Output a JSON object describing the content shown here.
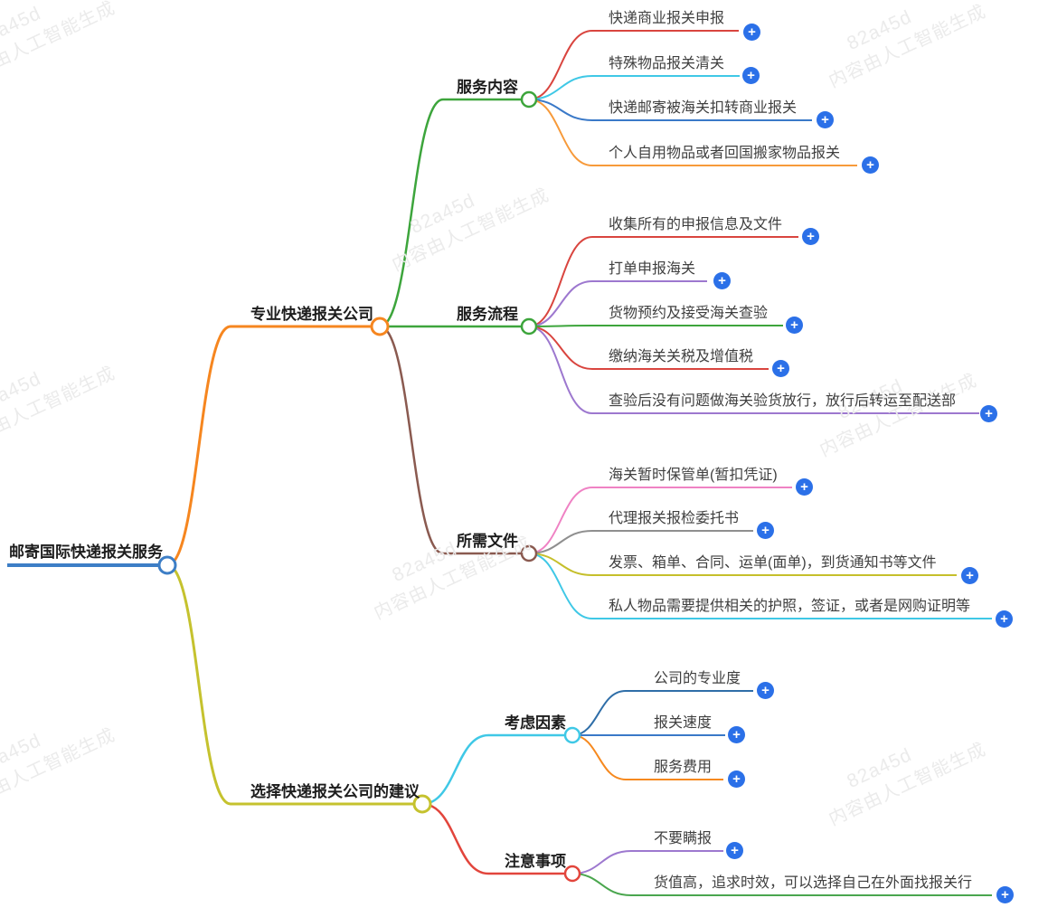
{
  "watermark": {
    "id": "82a45d",
    "label": "内容由人工智能生成"
  },
  "icons": {
    "plus": "+"
  },
  "palette": {
    "root_blue": "#3d7ec6",
    "orange": "#f6861f",
    "yellow_green": "#c5c22e",
    "green": "#3da53c",
    "brown": "#8a5a50",
    "red": "#d9453f",
    "cyan": "#3fc8e6",
    "blue": "#3a79c8",
    "light_orange": "#f79a3a",
    "purple": "#9d78cf",
    "pink": "#ef82c4",
    "gray": "#8f8f8f",
    "olive": "#c5bf2b",
    "steel_blue": "#2f6ea8",
    "alert_red": "#e2453c",
    "leaf_green": "#4aa64e",
    "expand_blue": "#2b70e8"
  },
  "mindmap": {
    "root": {
      "label": "邮寄国际快递报关服务"
    },
    "branches": [
      {
        "label": "专业快递报关公司",
        "children": [
          {
            "label": "服务内容",
            "children": [
              {
                "label": "快递商业报关申报"
              },
              {
                "label": "特殊物品报关清关"
              },
              {
                "label": "快递邮寄被海关扣转商业报关"
              },
              {
                "label": "个人自用物品或者回国搬家物品报关"
              }
            ]
          },
          {
            "label": "服务流程",
            "children": [
              {
                "label": "收集所有的申报信息及文件"
              },
              {
                "label": "打单申报海关"
              },
              {
                "label": "货物预约及接受海关查验"
              },
              {
                "label": "缴纳海关关税及增值税"
              },
              {
                "label": "查验后没有问题做海关验货放行，放行后转运至配送部"
              }
            ]
          },
          {
            "label": "所需文件",
            "children": [
              {
                "label": "海关暂时保管单(暂扣凭证)"
              },
              {
                "label": "代理报关报检委托书"
              },
              {
                "label": "发票、箱单、合同、运单(面单)，到货通知书等文件"
              },
              {
                "label": "私人物品需要提供相关的护照，签证，或者是网购证明等"
              }
            ]
          }
        ]
      },
      {
        "label": "选择快递报关公司的建议",
        "children": [
          {
            "label": "考虑因素",
            "children": [
              {
                "label": "公司的专业度"
              },
              {
                "label": "报关速度"
              },
              {
                "label": "服务费用"
              }
            ]
          },
          {
            "label": "注意事项",
            "children": [
              {
                "label": "不要瞒报"
              },
              {
                "label": "货值高，追求时效，可以选择自己在外面找报关行"
              }
            ]
          }
        ]
      }
    ]
  }
}
